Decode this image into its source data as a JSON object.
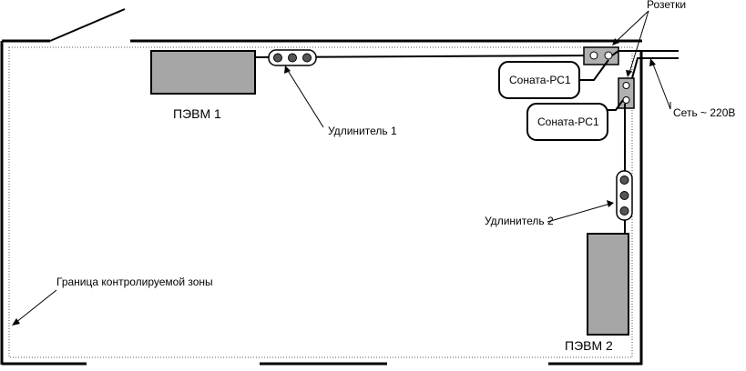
{
  "labels": {
    "pc1": "ПЭВМ 1",
    "pc2": "ПЭВМ 2",
    "extender1": "Удлинитель 1",
    "extender2": "Удлинитель 2",
    "sockets": "Розетки",
    "network": "Сеть ~ 220В",
    "zone_border": "Граница контролируемой зоны",
    "device_a": "Соната-РС1",
    "device_b": "Соната-РС1"
  },
  "colors": {
    "wall": "#000000",
    "pc_fill": "#a6a6a6",
    "socket_fill": "#b0b0b0",
    "background": "#ffffff"
  }
}
